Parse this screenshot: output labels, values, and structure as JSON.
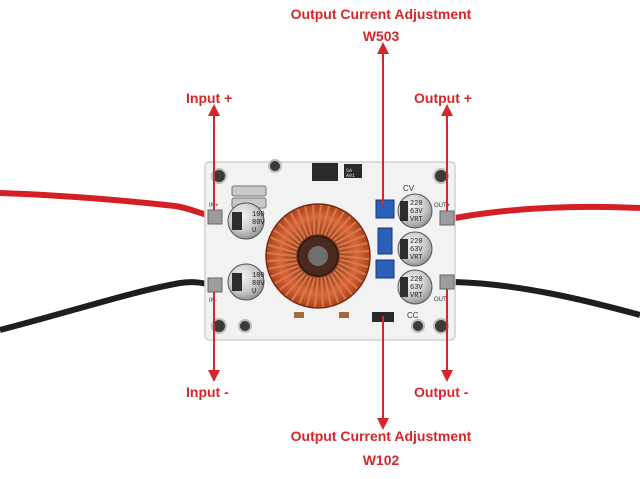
{
  "labels": {
    "top_adjust_title": "Output Current Adjustment",
    "top_adjust_code": "W503",
    "bottom_adjust_title": "Output Current Adjustment",
    "bottom_adjust_code": "W102",
    "input_plus": "Input  +",
    "input_minus": "Input  -",
    "output_plus": "Output +",
    "output_minus": "Output -"
  },
  "board_markings": {
    "cap1": [
      "100",
      "80V",
      "U"
    ],
    "cap2": [
      "100",
      "80V",
      "U"
    ],
    "cap3": [
      "220",
      "63V",
      "VRT"
    ],
    "cap4": [
      "220",
      "63V",
      "VRT"
    ],
    "cap5": [
      "220",
      "63V",
      "VRT"
    ],
    "cv": "CV",
    "cc": "CC",
    "out_plus": "OUT+",
    "out_minus": "OUT-",
    "in_plus": "IN+",
    "in_minus": "IN-",
    "smd": [
      "SA",
      "A01"
    ]
  },
  "colors": {
    "annotation": "#d7262b",
    "board": "#f1f2f1",
    "wire_red": "#d41f26",
    "wire_black": "#1e1e1e",
    "coil_copper": "#c8502a"
  }
}
